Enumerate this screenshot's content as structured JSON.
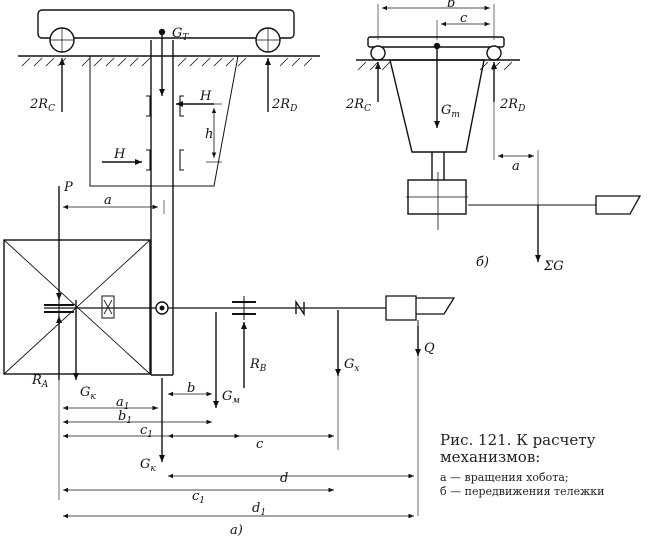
{
  "diagram_a": {
    "sublabel": "а)",
    "forces": {
      "reaction_c": "2R",
      "reaction_c_sub": "C",
      "reaction_d": "2R",
      "reaction_d_sub": "D",
      "trolley_weight": "G",
      "trolley_weight_sub": "T",
      "horizontal_top": "H",
      "horizontal_bottom": "H",
      "arm": "h",
      "load_p": "P",
      "reaction_a": "R",
      "reaction_a_sub": "A",
      "weight_k1": "G",
      "weight_k1_sub": "к",
      "weight_m": "G",
      "weight_m_sub": "м",
      "reaction_b": "R",
      "reaction_b_sub": "B",
      "weight_x": "G",
      "weight_x_sub": "х",
      "load_q": "Q",
      "weight_k2": "G",
      "weight_k2_sub": "к"
    },
    "dimensions": {
      "a": "a",
      "a1": "a",
      "a1_sub": "1",
      "b": "b",
      "b1": "b",
      "b1_sub": "1",
      "c1": "c",
      "c1_sub": "1",
      "c": "c",
      "d": "d",
      "c1_lower": "c",
      "c1_lower_sub": "1",
      "d1": "d",
      "d1_sub": "1"
    }
  },
  "diagram_b": {
    "sublabel": "б)",
    "forces": {
      "reaction_c": "2R",
      "reaction_c_sub": "C",
      "reaction_d": "2R",
      "reaction_d_sub": "D",
      "trolley_weight": "G",
      "trolley_weight_sub": "т",
      "sum_weight": "ΣG"
    },
    "dimensions": {
      "b": "b",
      "c": "c",
      "a": "a"
    }
  },
  "caption": {
    "title": "Рис. 121. К расчету механизмов:",
    "item_a": "а — вращения хобота;",
    "item_b": "б — передвижения тележки"
  }
}
